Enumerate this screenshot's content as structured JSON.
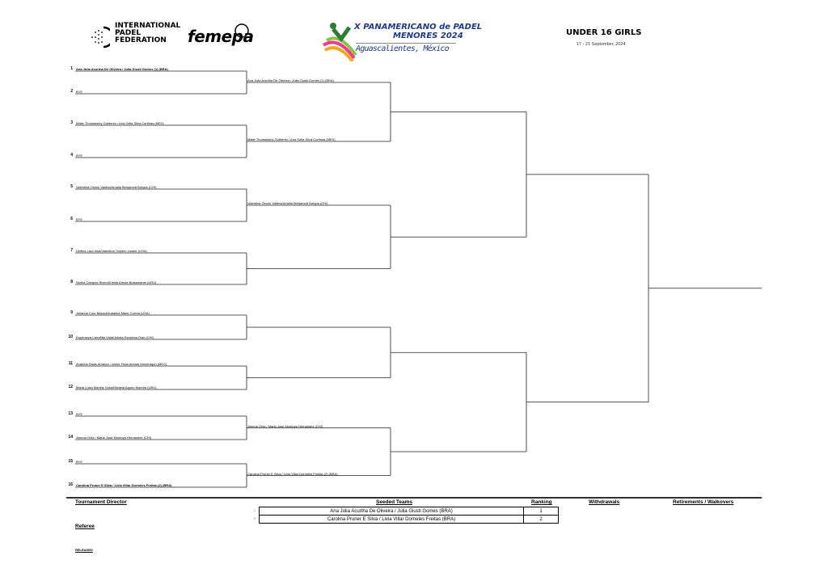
{
  "header": {
    "ipf_logo": "INTERNATIONAL PADEL FEDERATION",
    "ipf_lines": [
      "INTERNATIONAL",
      "PADEL",
      "FEDERATION"
    ],
    "femepa_logo": "femepa",
    "event_logo_line1": "X PANAMERICANO de PADEL",
    "event_logo_line2": "MENORES 2024",
    "event_logo_line3": "Aguascalientes, México",
    "category": "UNDER 16 GIRLS",
    "dates": "17 - 21 September, 2024"
  },
  "round1": [
    {
      "seed": "1",
      "name": "Ana Júlia Acurtha De Oliveira / Júlia Giusti Gomes (1) (BRA)",
      "bold": true
    },
    {
      "seed": "2",
      "name": "BYE"
    },
    {
      "seed": "3",
      "name": "Maite Thomassiny Gutierrez / Ana Sofia Silva Cortinas (MEX)"
    },
    {
      "seed": "4",
      "name": "BYE"
    },
    {
      "seed": "5",
      "name": "Valentina Osorio Valiera/Amalia Benjamott Burgos (CHI)"
    },
    {
      "seed": "6",
      "name": "BYE"
    },
    {
      "seed": "7",
      "name": "Delfina Lara Insa/Valentina Trapero Lesser (USA)"
    },
    {
      "seed": "8",
      "name": "Noelia Campos Rivero/Emilia Arriola Bustamante (URU)"
    },
    {
      "seed": "9",
      "name": "Julianna Coto Basave/Katalina Marie Correa (USA)"
    },
    {
      "seed": "10",
      "name": "Esperanza Larrañita Vidal/Julieta Escalona Diaz (CHI)"
    },
    {
      "seed": "11",
      "name": "Anabela Salas Amasco / Annie Frida Arenas Mondragon (MEX)"
    },
    {
      "seed": "12",
      "name": "Maria Luisa Martins Sosa/Micaela Agorio Moreira (URU)"
    },
    {
      "seed": "13",
      "name": "BYE"
    },
    {
      "seed": "14",
      "name": "Jimena Ortiz / Maria Jose Montoya Hernandez (CHI)"
    },
    {
      "seed": "15",
      "name": "BYE"
    },
    {
      "seed": "16",
      "name": "Carolina Pruner E Silva / Livia Villar Dorneles Freitas (2) (BRA)",
      "bold": true
    }
  ],
  "round2": [
    "Ana Júlia Acurtha De Oliveira / Júlia Giusti Gomes (1) (BRA)",
    "Maite Thomassiny Gutierrez / Ana Sofia Silva Cortinas (MEX)",
    "Valentina Osorio Valiera/Amalia Benjamott Burgos (CHI)",
    "",
    "",
    "",
    "Jimena Ortiz / Maria Jose Montoya Hernandez (CHI)",
    "Carolina Pruner E Silva / Livia Villar Dorneles Freitas (2) (BRA)"
  ],
  "footer": {
    "tournament_director": "Tournament Director",
    "seeded_teams": "Seeded Teams",
    "ranking": "Ranking",
    "withdrawals": "Withdrawals",
    "retirements": "Retirements / Walkovers",
    "referee": "Referee",
    "released": "RELEASED",
    "seeds": [
      {
        "idx": "1",
        "team": "Ana Júlia Acurtha De Oliveira / Júlia Giusti Gomes (BRA)",
        "rank": "1"
      },
      {
        "idx": "2",
        "team": "Carolina Pruner E Silva / Livia Villar Dorneles Freitas (BRA)",
        "rank": "2"
      }
    ]
  }
}
